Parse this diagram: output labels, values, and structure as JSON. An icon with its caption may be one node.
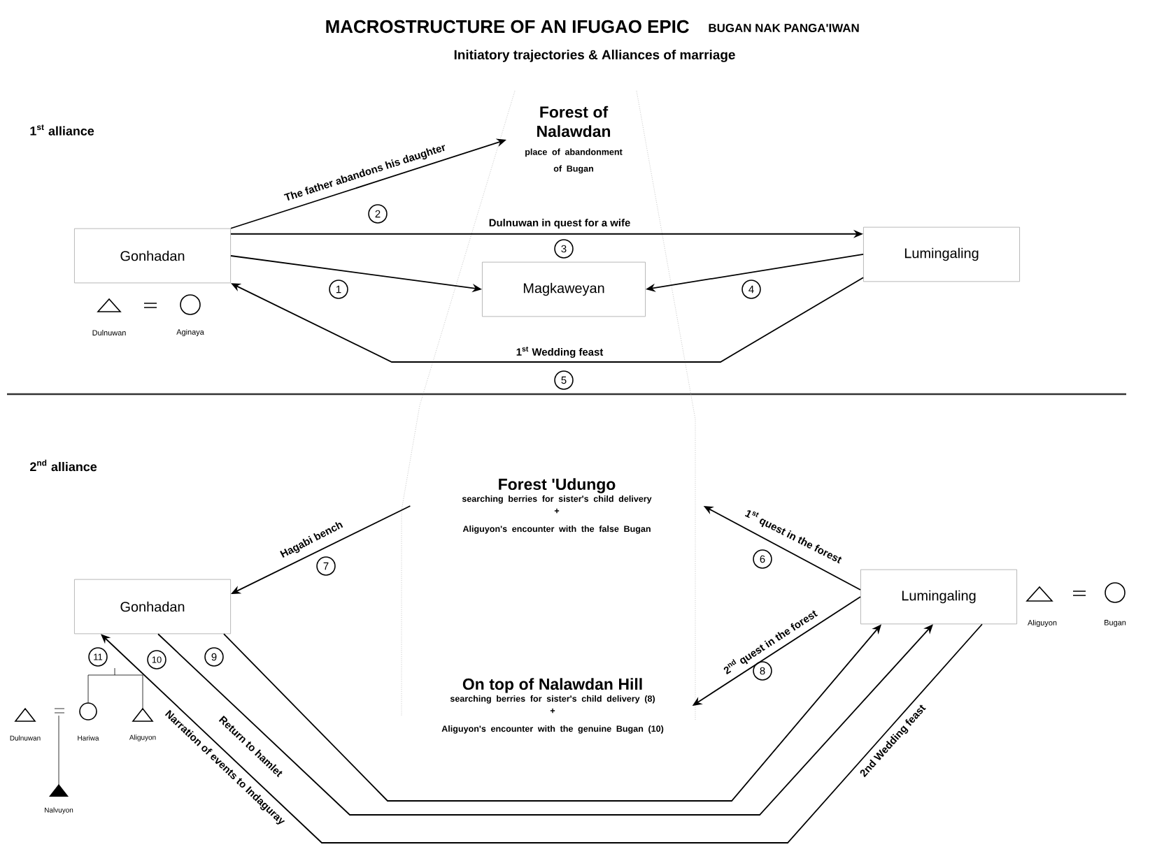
{
  "diagram": {
    "title": "MACROSTRUCTURE OF AN IFUGAO EPIC",
    "nodes": [
      {
        "text": [
          "Forest of Nalawdan",
          "place of abandonment of Bugan"
        ]
      },
      {
        "text": [
          "Gonhadan"
        ]
      },
      {
        "text": [
          "Lumingaling"
        ]
      },
      {
        "text": [
          "Magkaweyan"
        ]
      },
      {
        "text": [
          "Forest 'Udungo",
          "searching berries for sister's child delivery",
          "+",
          "Aliguyon's encounter with the false Bugan"
        ]
      },
      {
        "text": [
          "On top of Nalawdan Hill",
          "searching berries for sister's child delivery (8)",
          "+",
          "Aliguyon's encounter with the genuine Bugan (10)"
        ]
      },
      {
        "text": [
          "Gonhadan"
        ]
      },
      {
        "text": [
          "Lumingaling"
        ]
      }
    ],
    "edges": [
      {
        "from": 1,
        "to": 0,
        "arrow": "to",
        "label": "The father abandons his daughter"
      },
      {
        "from": 1,
        "to": 2,
        "arrow": "to",
        "label": "Dulnuwan in quest for a wife"
      },
      {
        "from": 1,
        "to": 3,
        "arrow": "to"
      },
      {
        "from": 2,
        "to": 3,
        "arrow": "to"
      },
      {
        "from": 2,
        "to": 1,
        "arrow": "to",
        "label": "1$^{st}$ Wedding feast"
      },
      {
        "from": 7,
        "to": 4,
        "arrow": "to",
        "label": "1$^{st}$ quest in the forest"
      },
      {
        "from": 4,
        "to": 6,
        "arrow": "to",
        "label": "Hagabi bench"
      },
      {
        "from": 7,
        "to": 5,
        "arrow": "to",
        "label": "2$^{nd}$ quest in the forest"
      },
      {
        "from": 6,
        "to": 7,
        "arrow": "to"
      },
      {
        "from": 6,
        "to": 7,
        "arrow": "to",
        "label": "Return to hamlet"
      },
      {
        "from": 7,
        "to": 6,
        "arrow": "to",
        "label": "2nd Wedding feast"
      }
    ],
    "labels": [
      "BUGAN NAK PANGA'IWAN",
      "Initiatory trajectories & Alliances of marriage",
      "1$^{st}$ alliance",
      "2",
      "3",
      "1",
      "4",
      "Dulnuwan",
      "Aginaya",
      "5",
      "2$^{nd}$ alliance",
      "7",
      "6",
      "Aliguyon",
      "Bugan",
      "8",
      "11",
      "10",
      "9",
      "Narration of events to Indaguray",
      "Dulnuwan",
      "Hariwa",
      "Aliguyon",
      "Nalvuyon"
    ]
  }
}
